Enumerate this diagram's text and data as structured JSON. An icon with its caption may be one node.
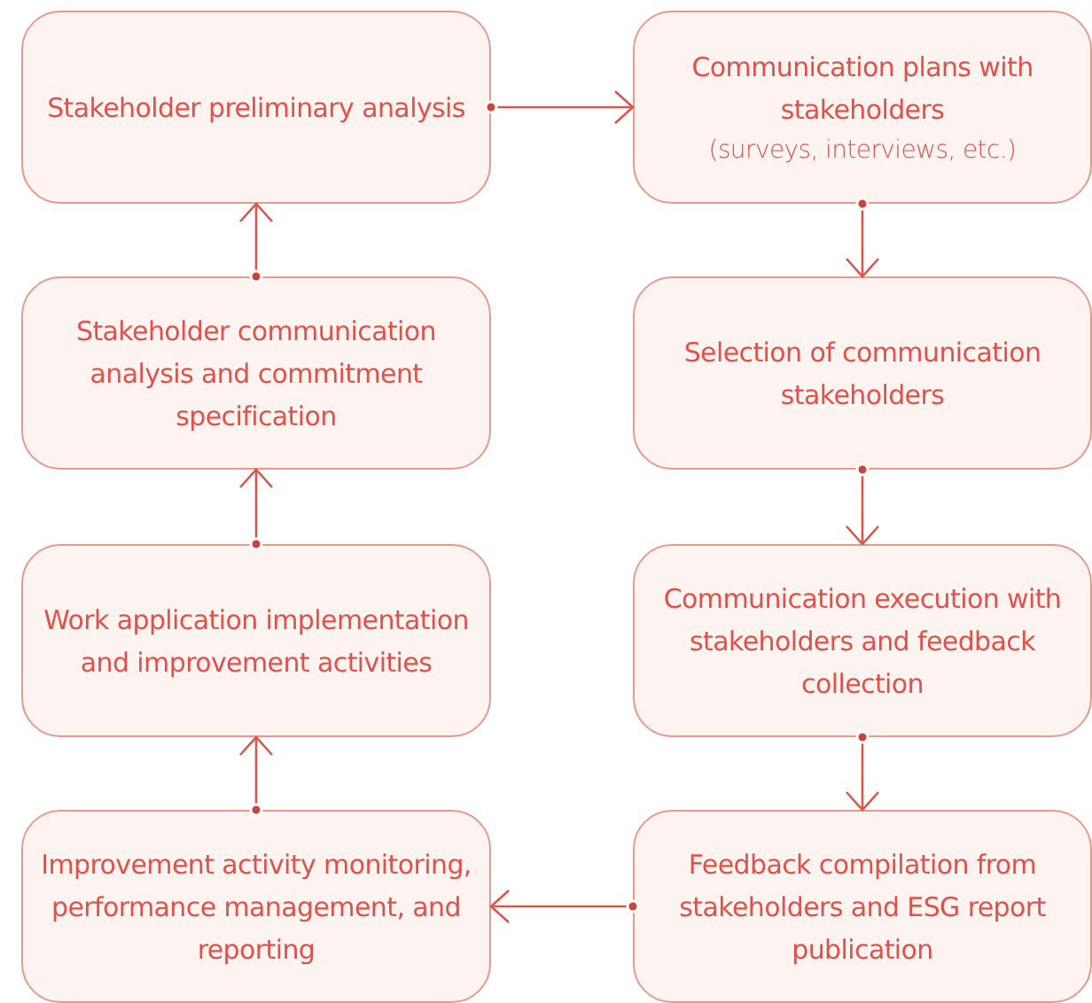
{
  "diagram": {
    "nodes": [
      {
        "text": [
          "Stakeholder preliminary analysis"
        ]
      },
      {
        "text": [
          "Communication plans with stakeholders",
          "(surveys, interviews, etc.)"
        ]
      },
      {
        "text": [
          "Stakeholder communication analysis and commitment specification"
        ]
      },
      {
        "text": [
          "Selection of communication stakeholders"
        ]
      },
      {
        "text": [
          "Work application implementation and improvement activities"
        ]
      },
      {
        "text": [
          "Communication execution with stakeholders and feedback collection"
        ]
      },
      {
        "text": [
          "Improvement activity monitoring, performance management, and reporting"
        ]
      },
      {
        "text": [
          "Feedback compilation from stakeholders and ESG report publication"
        ]
      }
    ],
    "edges": [
      {
        "from": 0,
        "to": 1,
        "arrow": "to"
      },
      {
        "from": 1,
        "to": 3,
        "arrow": "to"
      },
      {
        "from": 3,
        "to": 5,
        "arrow": "to"
      },
      {
        "from": 5,
        "to": 7,
        "arrow": "to"
      },
      {
        "from": 7,
        "to": 6,
        "arrow": "to"
      },
      {
        "from": 6,
        "to": 4,
        "arrow": "to"
      },
      {
        "from": 4,
        "to": 2,
        "arrow": "to"
      },
      {
        "from": 2,
        "to": 0,
        "arrow": "to"
      }
    ]
  }
}
